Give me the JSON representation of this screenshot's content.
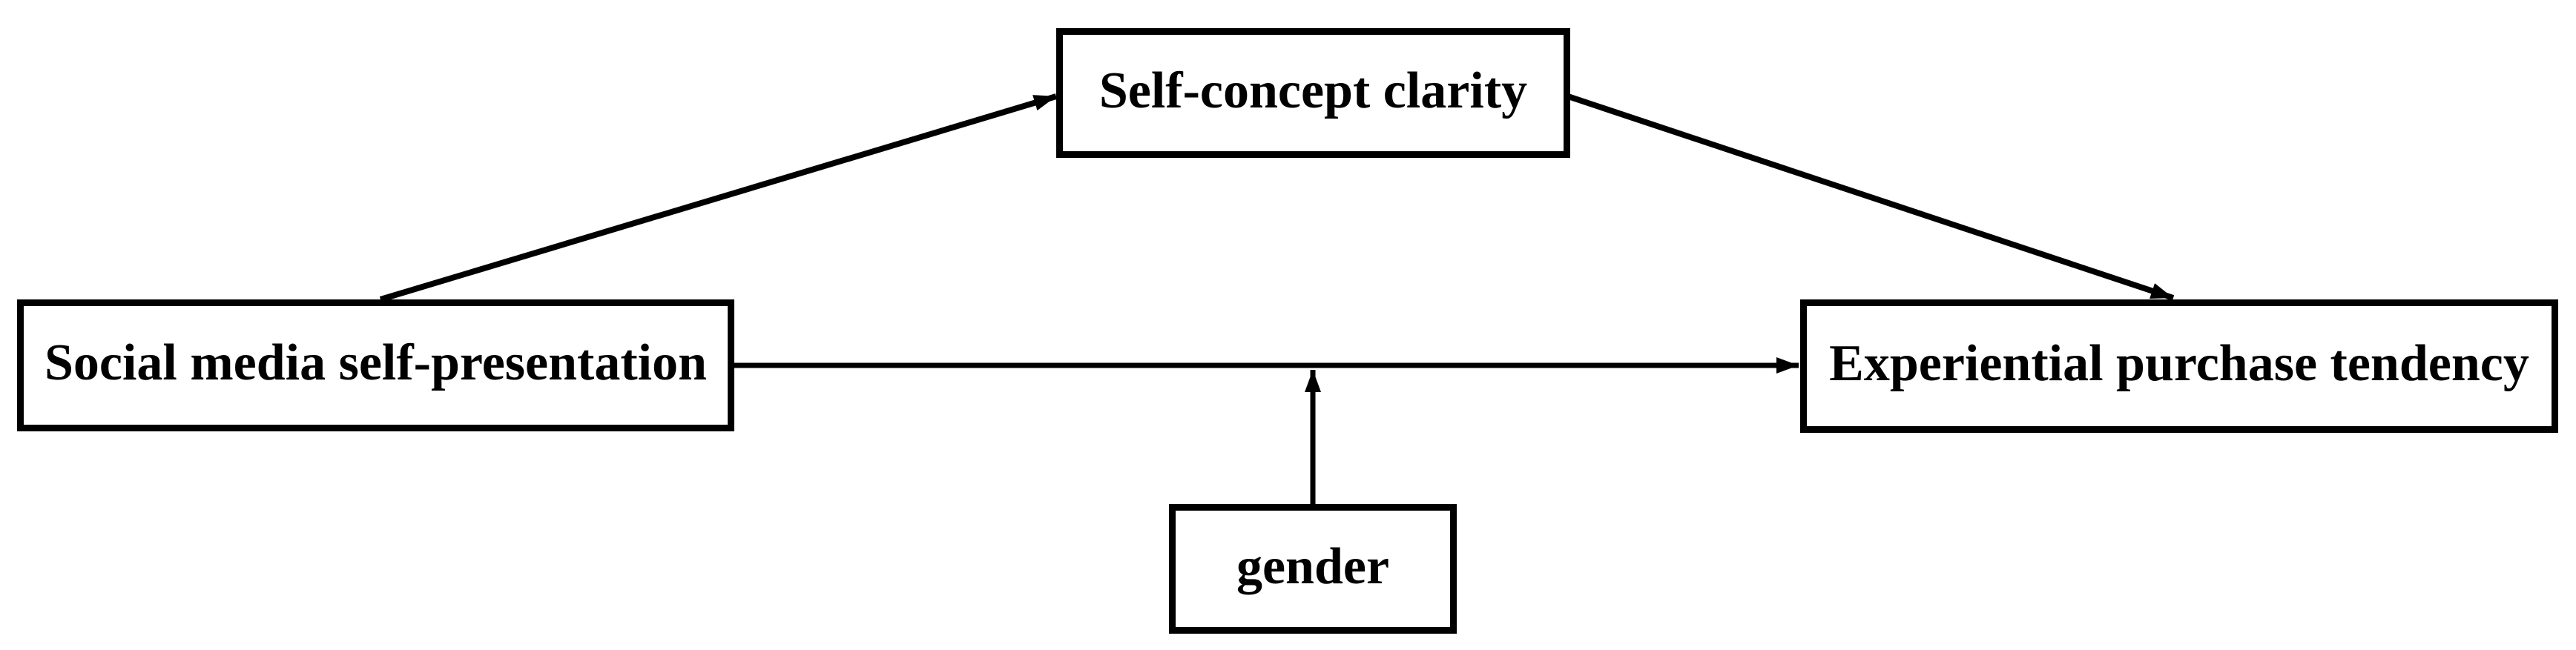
{
  "diagram": {
    "background_color": "#ffffff",
    "line_color": "#000000",
    "text_color": "#000000",
    "nodes": {
      "social_media_self_presentation": {
        "label": "Social media self-presentation"
      },
      "self_concept_clarity": {
        "label": "Self-concept clarity"
      },
      "experiential_purchase_tendency": {
        "label": "Experiential purchase tendency"
      },
      "gender": {
        "label": "gender"
      }
    },
    "edges": [
      {
        "from": "social_media_self_presentation",
        "to": "self_concept_clarity",
        "style": "arrow"
      },
      {
        "from": "self_concept_clarity",
        "to": "experiential_purchase_tendency",
        "style": "arrow"
      },
      {
        "from": "social_media_self_presentation",
        "to": "experiential_purchase_tendency",
        "style": "arrow"
      },
      {
        "from": "gender",
        "to": "path social_media_self_presentation - experiential_purchase_tendency",
        "style": "arrow"
      }
    ]
  }
}
